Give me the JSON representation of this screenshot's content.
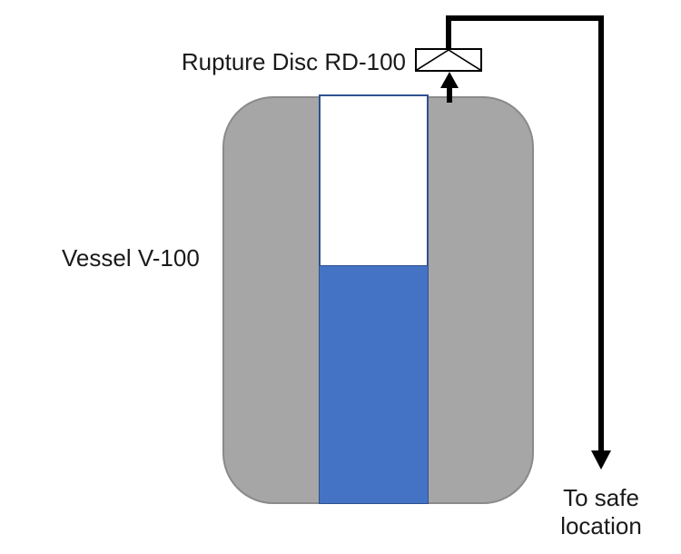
{
  "colors": {
    "background": "#ffffff",
    "vessel-fill": "#a6a6a6",
    "vessel-stroke": "#8a8a8a",
    "tube-fill": "#ffffff",
    "tube-stroke": "#2f528f",
    "liquid-fill": "#4472c4",
    "line": "#000000",
    "text": "#1a1a1a"
  },
  "diagram": {
    "vessel": {
      "label": "Vessel V-100",
      "liquid_fill_ratio": 0.583
    },
    "rupture_disc": {
      "label": "Rupture Disc RD-100"
    },
    "outlet": {
      "label": "To safe location"
    }
  }
}
